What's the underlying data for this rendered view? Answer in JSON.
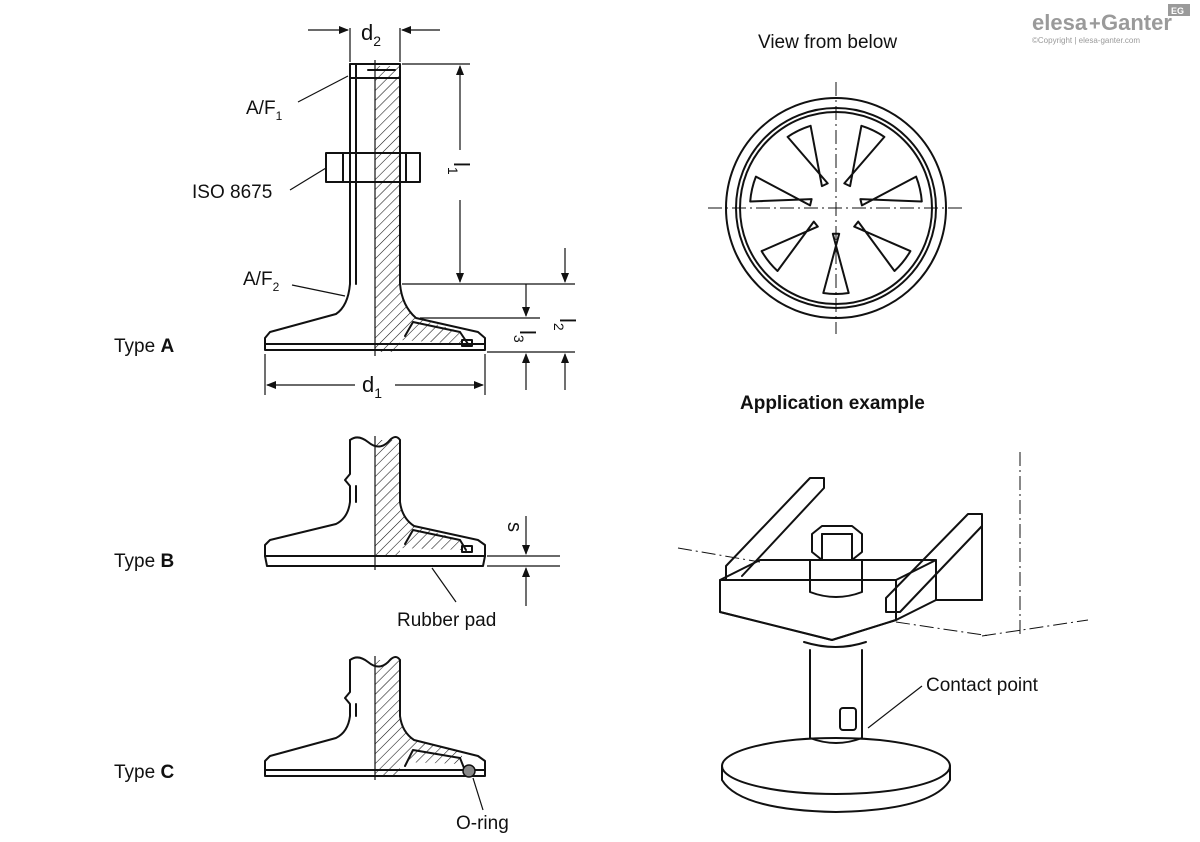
{
  "logo": {
    "brand_a": "elesa",
    "plus": "+",
    "brand_b": "Ganter",
    "badge": "EG",
    "copyright": "©Copyright | elesa-ganter.com"
  },
  "labels": {
    "view_from_below": "View from below",
    "application_example": "Application example",
    "type_word": "Type",
    "type_a_letter": "A",
    "type_b_letter": "B",
    "type_c_letter": "C",
    "af1_main": "A/F",
    "af1_sub": "1",
    "af2_main": "A/F",
    "af2_sub": "2",
    "iso": "ISO 8675",
    "d2_main": "d",
    "d2_sub": "2",
    "d1_main": "d",
    "d1_sub": "1",
    "l1_main": "l",
    "l1_sub": "1",
    "l2_main": "l",
    "l2_sub": "2",
    "l3_main": "l",
    "l3_sub": "3",
    "s": "s",
    "rubber_pad": "Rubber pad",
    "o_ring": "O-ring",
    "contact_point": "Contact point"
  },
  "colors": {
    "line": "#111111",
    "logo_grey": "#9a9a9a",
    "o_ring_fill": "#888888"
  }
}
